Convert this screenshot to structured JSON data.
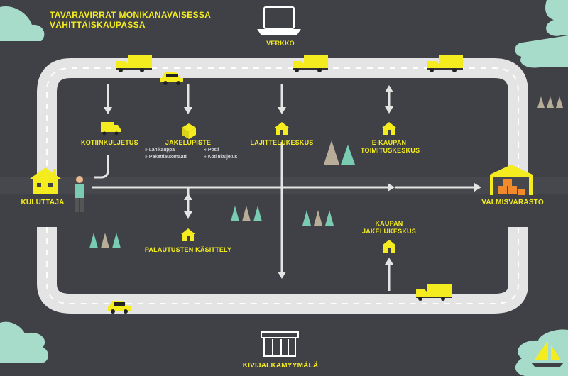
{
  "title_line1": "TAVARAVIRRAT MONIKANAVAISESSA",
  "title_line2": "VÄHITTÄISKAUPASSA",
  "labels": {
    "verkko": "VERKKO",
    "kotiinkuljetus": "KOTIINKULJETUS",
    "jakelupiste": "JAKELUPISTE",
    "lajittelukeskus": "LAJITTELUKESKUS",
    "ekaupan_line1": "E-KAUPAN",
    "ekaupan_line2": "TOIMITUSKESKUS",
    "kuluttaja": "KULUTTAJA",
    "valmisvarasto": "VALMISVARASTO",
    "palautusten": "PALAUTUSTEN KÄSITTELY",
    "kaupan_line1": "KAUPAN",
    "kaupan_line2": "JAKELUKESKUS",
    "kivijalka": "KIVIJALKAMYYMÄLÄ"
  },
  "jakelupiste_items": [
    "Lähikauppa",
    "Pakettiautomaatti",
    "Posti",
    "Kotiinkuljetus"
  ],
  "colors": {
    "background": "#3f4146",
    "road": "#e4e4e4",
    "accent_yellow": "#f4ec1f",
    "cloud_teal": "#a6dcc9",
    "tree_teal": "#79cbb2",
    "tree_beige": "#b8ad98"
  }
}
